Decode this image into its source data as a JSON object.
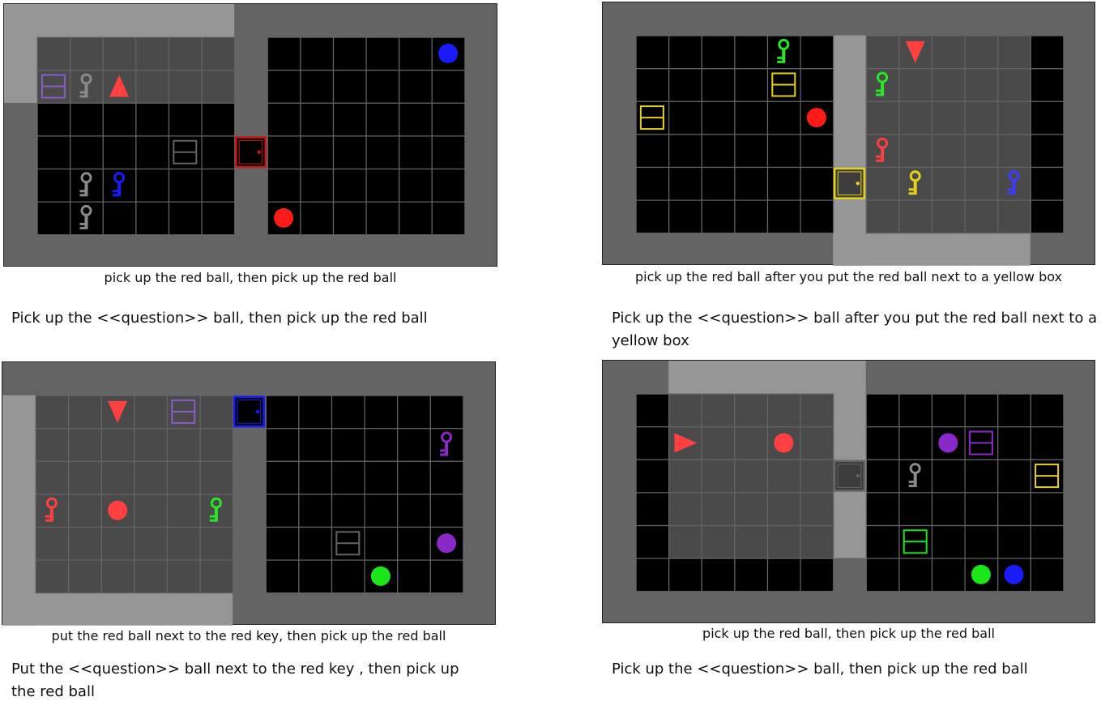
{
  "panels": [
    {
      "id": "top-left",
      "caption": "pick up the red ball, then pick up the red ball",
      "template": "Pick up the <<question>> ball, then pick up the red ball",
      "light_regions": [
        [
          0,
          0,
          7,
          3
        ],
        [
          0,
          0,
          1,
          3
        ]
      ],
      "dark_regions": [],
      "rooms": [
        {
          "c0": 1,
          "r0": 1,
          "cols": 6,
          "rows": 6,
          "cells": [
            [
              "g",
              "g",
              "g",
              "g",
              "g",
              "g"
            ],
            [
              "g",
              "g",
              "g",
              "g",
              "g",
              "g"
            ],
            [
              "b",
              "b",
              "b",
              "b",
              "b",
              "b"
            ],
            [
              "b",
              "b",
              "b",
              "b",
              "b",
              "b"
            ],
            [
              "b",
              "b",
              "b",
              "b",
              "b",
              "b"
            ],
            [
              "b",
              "b",
              "b",
              "b",
              "b",
              "b"
            ]
          ]
        },
        {
          "c0": 8,
          "r0": 1,
          "cols": 6,
          "rows": 6,
          "cells": "black"
        }
      ],
      "door": {
        "c": 7,
        "r": 4,
        "color": "#c81818",
        "fill": "#000000"
      },
      "objects": [
        {
          "type": "box",
          "c": 1,
          "r": 2,
          "color": "#8a5cc8"
        },
        {
          "type": "key",
          "c": 2,
          "r": 2,
          "color": "#8a8a8a"
        },
        {
          "type": "agent",
          "c": 3,
          "r": 2,
          "dir": "up",
          "color": "#ff4040"
        },
        {
          "type": "box",
          "c": 5,
          "r": 4,
          "color": "#646464"
        },
        {
          "type": "key",
          "c": 2,
          "r": 5,
          "color": "#8a8a8a"
        },
        {
          "type": "key",
          "c": 3,
          "r": 5,
          "color": "#1a1aff"
        },
        {
          "type": "key",
          "c": 2,
          "r": 6,
          "color": "#8a8a8a"
        },
        {
          "type": "ball",
          "c": 13,
          "r": 1,
          "color": "#1a1aff"
        },
        {
          "type": "ball",
          "c": 8,
          "r": 6,
          "color": "#ff1a1a"
        }
      ]
    },
    {
      "id": "top-right",
      "caption": "pick up the red ball after you put the red ball next to a yellow box",
      "template": "Pick up the <<question>> ball after you put the red ball next to a yellow box",
      "light_regions": [
        [
          7,
          1,
          1,
          7
        ],
        [
          7,
          7,
          6,
          1
        ]
      ],
      "rooms": [
        {
          "c0": 1,
          "r0": 1,
          "cols": 6,
          "rows": 6,
          "cells": "black"
        },
        {
          "c0": 8,
          "r0": 1,
          "cols": 6,
          "rows": 6,
          "cells": [
            [
              "g",
              "g",
              "g",
              "g",
              "g",
              "b"
            ],
            [
              "g",
              "g",
              "g",
              "g",
              "g",
              "b"
            ],
            [
              "g",
              "g",
              "g",
              "g",
              "g",
              "b"
            ],
            [
              "g",
              "g",
              "g",
              "g",
              "g",
              "b"
            ],
            [
              "g",
              "g",
              "g",
              "g",
              "g",
              "b"
            ],
            [
              "g",
              "g",
              "g",
              "g",
              "g",
              "b"
            ]
          ]
        }
      ],
      "door": {
        "c": 7,
        "r": 5,
        "color": "#e6d21e",
        "fill": "#3c3c3c"
      },
      "objects": [
        {
          "type": "key",
          "c": 5,
          "r": 1,
          "color": "#28e628"
        },
        {
          "type": "box",
          "c": 5,
          "r": 2,
          "color": "#e6d21e"
        },
        {
          "type": "box",
          "c": 1,
          "r": 3,
          "color": "#e6d21e"
        },
        {
          "type": "ball",
          "c": 6,
          "r": 3,
          "color": "#ff1a1a"
        },
        {
          "type": "agent",
          "c": 9,
          "r": 1,
          "dir": "down",
          "color": "#ff4040"
        },
        {
          "type": "key",
          "c": 8,
          "r": 2,
          "color": "#28e628"
        },
        {
          "type": "key",
          "c": 8,
          "r": 4,
          "color": "#ff4040"
        },
        {
          "type": "key",
          "c": 9,
          "r": 5,
          "color": "#e6d21e"
        },
        {
          "type": "key",
          "c": 12,
          "r": 5,
          "color": "#3c3cff"
        }
      ]
    },
    {
      "id": "bottom-left",
      "caption": "put the red ball next to the red key, then pick up the red ball",
      "template": "Put the <<question>> ball next to the red key , then pick up the red ball",
      "light_regions": [
        [
          0,
          1,
          1,
          7
        ],
        [
          0,
          7,
          7,
          1
        ]
      ],
      "rooms": [
        {
          "c0": 1,
          "r0": 1,
          "cols": 6,
          "rows": 6,
          "cells": "gray"
        },
        {
          "c0": 8,
          "r0": 1,
          "cols": 6,
          "rows": 6,
          "cells": "black"
        }
      ],
      "door": {
        "c": 7,
        "r": 1,
        "color": "#1a1aff",
        "fill": "#000000"
      },
      "objects": [
        {
          "type": "agent",
          "c": 3,
          "r": 1,
          "dir": "down",
          "color": "#ff4040"
        },
        {
          "type": "box",
          "c": 5,
          "r": 1,
          "color": "#8a5cc8"
        },
        {
          "type": "key",
          "c": 13,
          "r": 2,
          "color": "#8a28c8"
        },
        {
          "type": "key",
          "c": 1,
          "r": 4,
          "color": "#ff4040"
        },
        {
          "type": "ball",
          "c": 3,
          "r": 4,
          "color": "#ff4040"
        },
        {
          "type": "key",
          "c": 6,
          "r": 4,
          "color": "#28e628"
        },
        {
          "type": "box",
          "c": 10,
          "r": 5,
          "color": "#646464"
        },
        {
          "type": "ball",
          "c": 13,
          "r": 5,
          "color": "#8a28c8"
        },
        {
          "type": "ball",
          "c": 11,
          "r": 6,
          "color": "#1ae61a"
        }
      ]
    },
    {
      "id": "bottom-right",
      "caption": "pick up the red ball, then pick up the red ball",
      "template": "Pick up the <<question>> ball, then pick up the red ball",
      "light_regions": [
        [
          2,
          0,
          6,
          1
        ],
        [
          7,
          1,
          1,
          5
        ]
      ],
      "rooms": [
        {
          "c0": 1,
          "r0": 1,
          "cols": 6,
          "rows": 6,
          "cells": [
            [
              "b",
              "g",
              "g",
              "g",
              "g",
              "g"
            ],
            [
              "b",
              "g",
              "g",
              "g",
              "g",
              "g"
            ],
            [
              "b",
              "g",
              "g",
              "g",
              "g",
              "g"
            ],
            [
              "b",
              "g",
              "g",
              "g",
              "g",
              "g"
            ],
            [
              "b",
              "g",
              "g",
              "g",
              "g",
              "g"
            ],
            [
              "b",
              "b",
              "b",
              "b",
              "b",
              "b"
            ]
          ]
        },
        {
          "c0": 8,
          "r0": 1,
          "cols": 6,
          "rows": 6,
          "cells": "black"
        }
      ],
      "door": {
        "c": 7,
        "r": 3,
        "color": "#646464",
        "fill": "#3c3c3c"
      },
      "objects": [
        {
          "type": "agent",
          "c": 2,
          "r": 2,
          "dir": "right",
          "color": "#ff4040"
        },
        {
          "type": "ball",
          "c": 5,
          "r": 2,
          "color": "#ff4040"
        },
        {
          "type": "ball",
          "c": 10,
          "r": 2,
          "color": "#8a28c8"
        },
        {
          "type": "box",
          "c": 11,
          "r": 2,
          "color": "#8a28c8"
        },
        {
          "type": "key",
          "c": 9,
          "r": 3,
          "color": "#8a8a8a"
        },
        {
          "type": "box",
          "c": 13,
          "r": 3,
          "color": "#e6d21e"
        },
        {
          "type": "box",
          "c": 9,
          "r": 5,
          "color": "#1ae61a"
        },
        {
          "type": "ball",
          "c": 11,
          "r": 6,
          "color": "#1ae61a"
        },
        {
          "type": "ball",
          "c": 12,
          "r": 6,
          "color": "#1a1aff"
        }
      ]
    }
  ]
}
